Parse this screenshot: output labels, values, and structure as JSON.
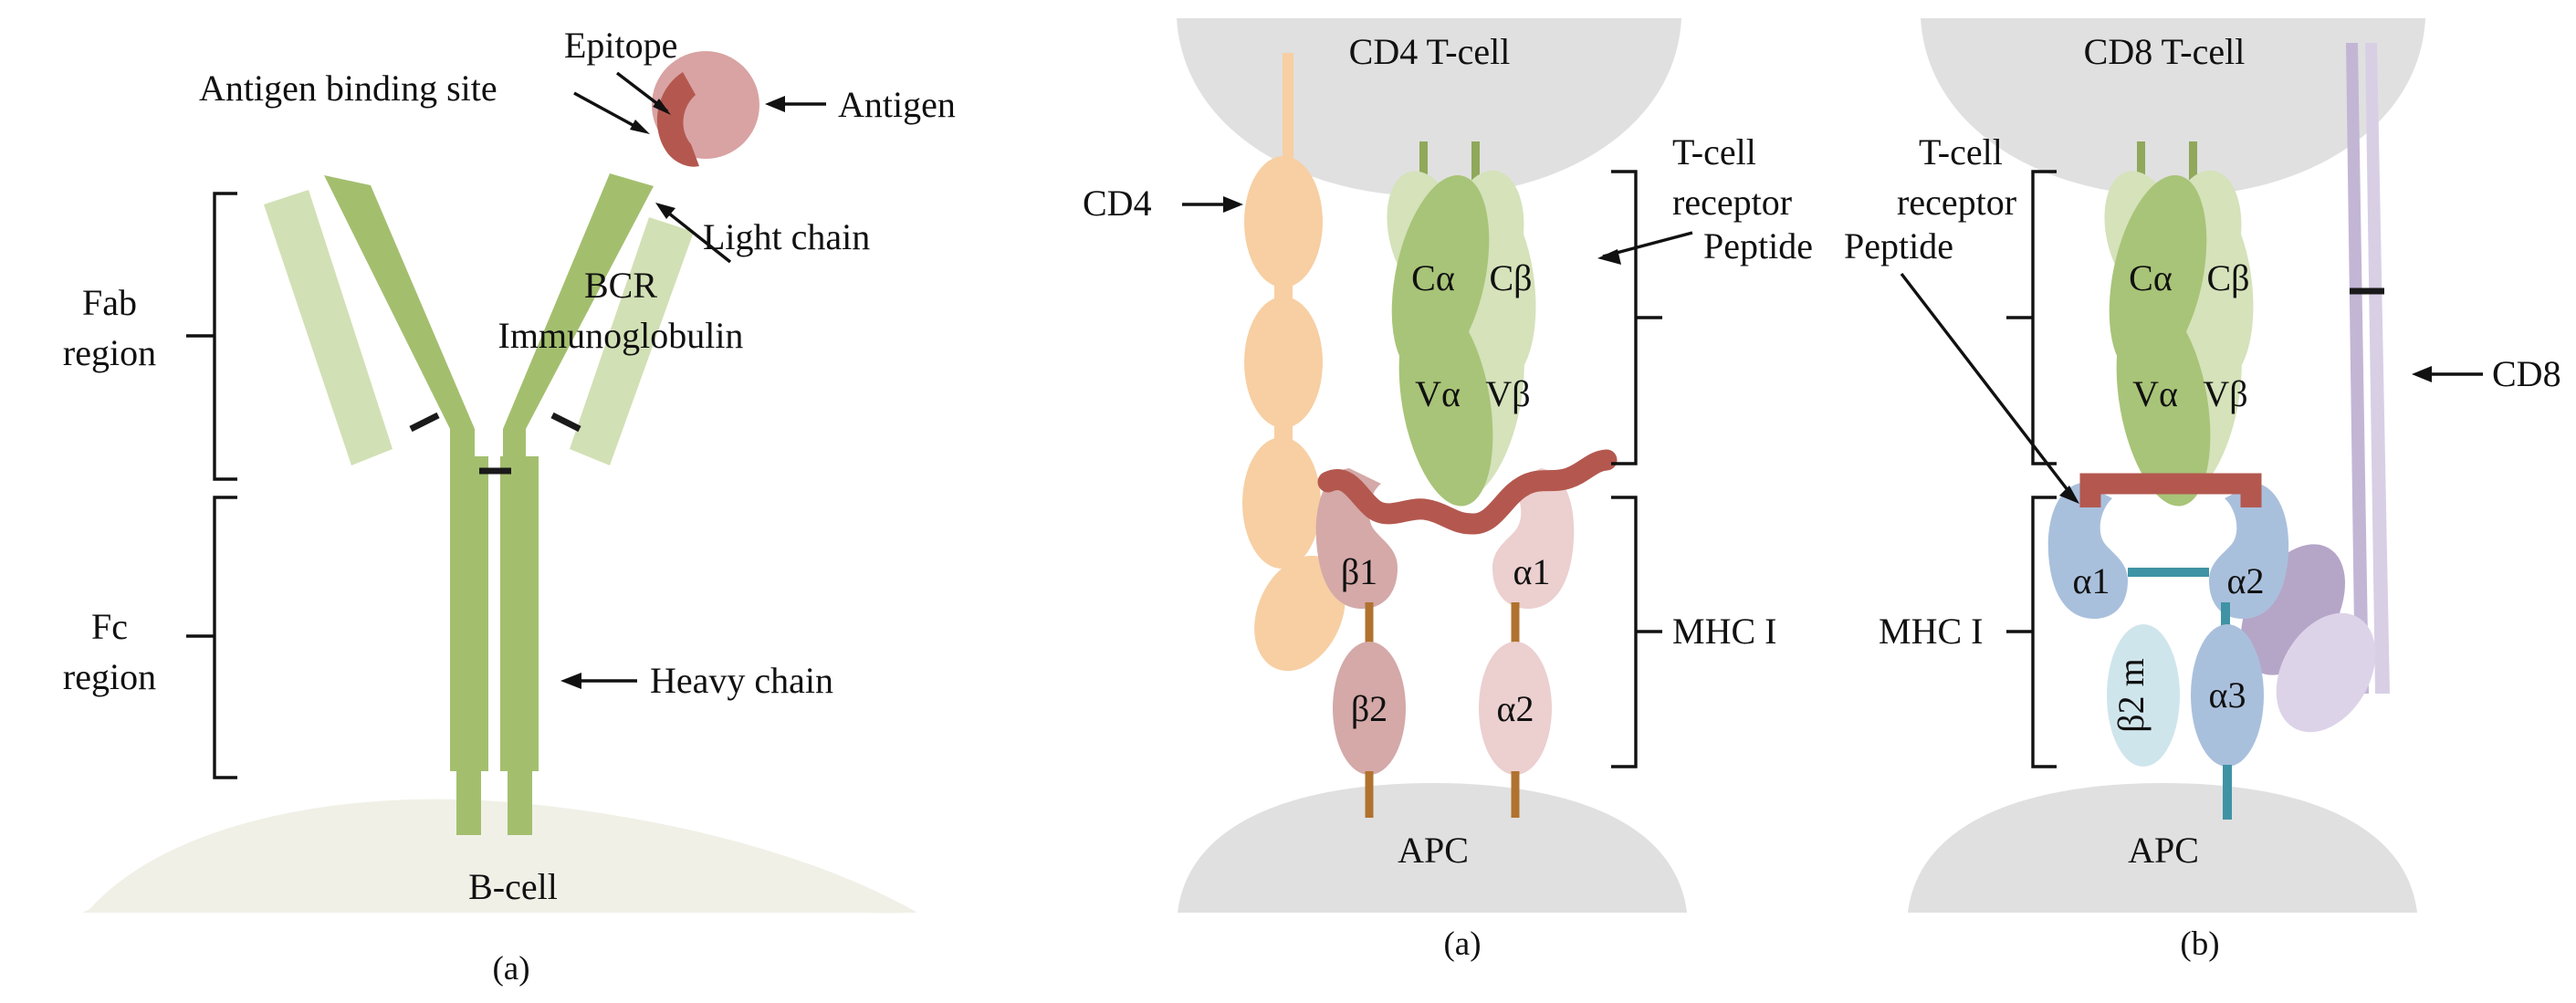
{
  "figure": {
    "title": "Immune receptor recognition diagrams",
    "panel_captions": [
      "(a)",
      "(a)",
      "(b)"
    ]
  },
  "colors": {
    "heavy_chain_green": "#a3bf6e",
    "light_chain_green": "#d2e0b5",
    "antigen_pink": "#d9a3a3",
    "epitope_dark_red": "#b4584f",
    "bcell_cream": "#f0f0e7",
    "cell_gray": "#e0e0e0",
    "tcr_alpha_green": "#a8c478",
    "tcr_beta_green": "#d5e2ba",
    "tcr_stalk_green": "#8fa85a",
    "cd4_peach": "#f7cfa3",
    "mhc2_beta_pink": "#d4a9a8",
    "mhc2_alpha_pink": "#eccfcf",
    "peptide_red": "#b4584f",
    "mhc_stalk_brown": "#b0722e",
    "mhc1_blue": "#a9c0dd",
    "b2m_pale_blue": "#cfe5ec",
    "mhc1_stalk_teal": "#3f93a4",
    "cd8_purple_dark": "#c3b6d5",
    "cd8_purple_light": "#d8cfe5",
    "cd8_lobe_dark": "#b5a6c8",
    "cd8_lobe_light": "#ddd3e8",
    "ink": "#111111"
  },
  "panel_a_bcr": {
    "caption": "(a)",
    "cell_label": "B-cell",
    "labels": {
      "antigen_binding_site": "Antigen binding site",
      "epitope": "Epitope",
      "antigen": "Antigen",
      "light_chain": "Light chain",
      "heavy_chain": "Heavy chain",
      "bcr_line1": "BCR",
      "bcr_line2": "Immunoglobulin",
      "fab_line1": "Fab",
      "fab_line2": "region",
      "fc_line1": "Fc",
      "fc_line2": "region"
    }
  },
  "panel_b_cd4": {
    "caption": "(a)",
    "top_cell_label": "CD4 T-cell",
    "bottom_cell_label": "APC",
    "coreceptor_label": "CD4",
    "tcr_bracket_line1": "T-cell",
    "tcr_bracket_line2": "receptor",
    "peptide_label": "Peptide",
    "mhc_bracket_label": "MHC I",
    "tcr_domains": [
      "Cα",
      "Cβ",
      "Vα",
      "Vβ"
    ],
    "mhc_domains": [
      "β1",
      "α1",
      "β2",
      "α2"
    ]
  },
  "panel_c_cd8": {
    "caption": "(b)",
    "top_cell_label": "CD8 T-cell",
    "bottom_cell_label": "APC",
    "coreceptor_label": "CD8",
    "tcr_bracket_line1": "T-cell",
    "tcr_bracket_line2": "receptor",
    "peptide_label": "Peptide",
    "mhc_bracket_label": "MHC I",
    "tcr_domains": [
      "Cα",
      "Cβ",
      "Vα",
      "Vβ"
    ],
    "mhc_domains": [
      "α1",
      "α2",
      "β2 m",
      "α3"
    ]
  }
}
